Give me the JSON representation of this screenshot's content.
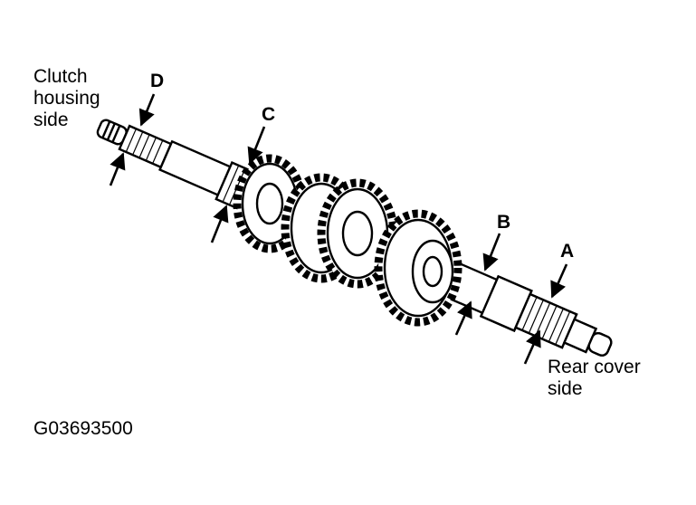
{
  "labels": {
    "clutch_side": [
      "Clutch",
      "housing",
      "side"
    ],
    "rear_side": [
      "Rear cover",
      "side"
    ],
    "marker_a": "A",
    "marker_b": "B",
    "marker_c": "C",
    "marker_d": "D",
    "figure_code": "G03693500"
  },
  "colors": {
    "ink": "#000000",
    "paper": "#ffffff"
  }
}
